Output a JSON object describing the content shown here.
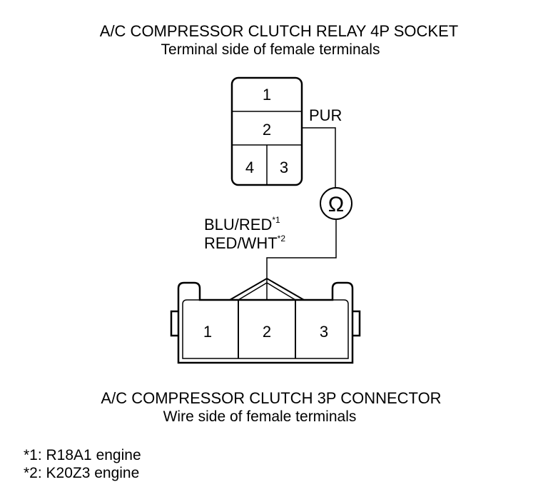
{
  "relay": {
    "title": "A/C COMPRESSOR CLUTCH RELAY 4P SOCKET",
    "subtitle": "Terminal side of female terminals",
    "terminals": [
      "1",
      "2",
      "4",
      "3"
    ]
  },
  "wires": {
    "pur": "PUR",
    "blu_red": "BLU/RED",
    "blu_red_note": "*1",
    "red_wht": "RED/WHT",
    "red_wht_note": "*2"
  },
  "meter": {
    "symbol": "Ω"
  },
  "connector": {
    "title": "A/C COMPRESSOR CLUTCH 3P CONNECTOR",
    "subtitle": "Wire side of female terminals",
    "terminals": [
      "1",
      "2",
      "3"
    ]
  },
  "footnotes": {
    "note1": "*1: R18A1 engine",
    "note2": "*2: K20Z3 engine"
  }
}
